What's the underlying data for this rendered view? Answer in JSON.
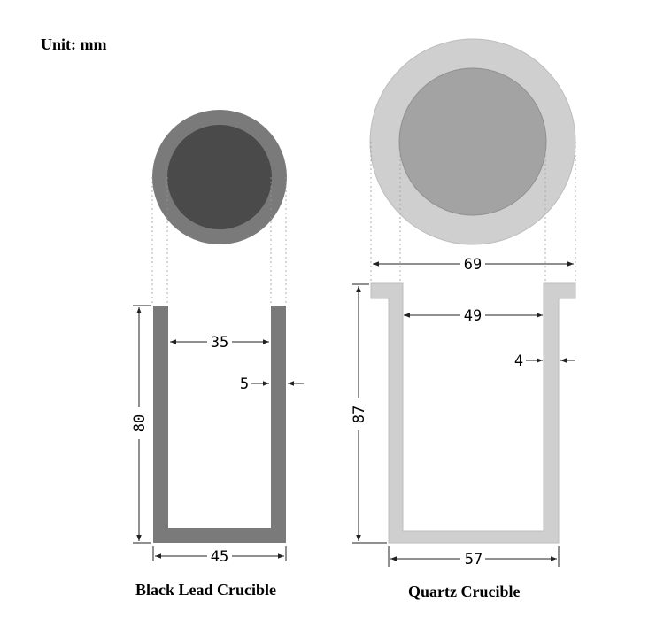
{
  "unit_label": "Unit: mm",
  "crucibles": [
    {
      "id": "black-lead",
      "caption": "Black Lead Crucible",
      "colors": {
        "wall": "#7a7a7a",
        "inner": "#4a4a4a"
      },
      "dimensions": {
        "inner_width": "35",
        "wall_thickness": "5",
        "outer_width": "45",
        "height": "80"
      }
    },
    {
      "id": "quartz",
      "caption": "Quartz Crucible",
      "colors": {
        "wall": "#cfcfcf",
        "inner": "#a3a3a3"
      },
      "dimensions": {
        "rim_width": "69",
        "inner_width": "49",
        "wall_thickness": "4",
        "height": "87",
        "outer_width": "57"
      }
    }
  ]
}
